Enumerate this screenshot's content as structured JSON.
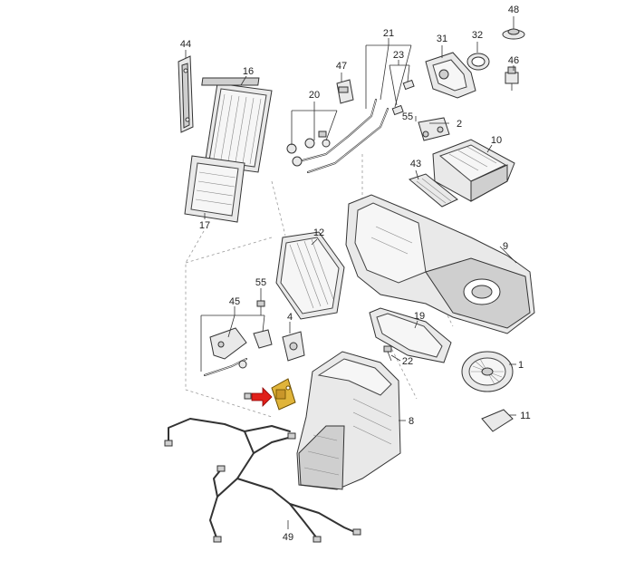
{
  "labels": {
    "p1": "1",
    "p2": "2",
    "p4": "4",
    "p8": "8",
    "p9": "9",
    "p10": "10",
    "p11": "11",
    "p12": "12",
    "p16": "16",
    "p17": "17",
    "p19": "19",
    "p20": "20",
    "p21": "21",
    "p22": "22",
    "p23": "23",
    "p31": "31",
    "p32": "32",
    "p43": "43",
    "p44": "44",
    "p45": "45",
    "p46": "46",
    "p47": "47",
    "p48": "48",
    "p49": "49",
    "p55a": "55",
    "p55b": "55"
  },
  "colors": {
    "highlight": "#e0b43a",
    "arrow": "#e0201a",
    "line": "#333333"
  }
}
